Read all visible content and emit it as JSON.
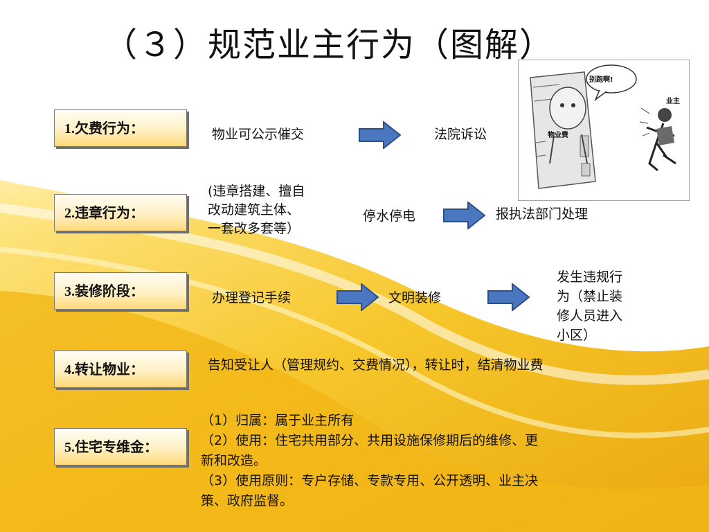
{
  "title": "（３）规范业主行为（图解）",
  "rows": [
    {
      "label": "1.欠费行为："
    },
    {
      "label": "2.违章行为："
    },
    {
      "label": "3.装修阶段："
    },
    {
      "label": "4.转让物业："
    },
    {
      "label": "5.住宅专维金："
    }
  ],
  "row1": {
    "step1": "物业可公示催交",
    "step2": "法院诉讼"
  },
  "row2": {
    "desc_lines": [
      "(违章搭建、擅自",
      "改动建筑主体、",
      "一套改多套等）"
    ],
    "step1": "停水停电",
    "step2": "报执法部门处理"
  },
  "row3": {
    "step1": "办理登记手续",
    "step2": "文明装修",
    "step3_lines": [
      "发生违规行",
      "为（禁止装",
      "修人员进入",
      "小区）"
    ]
  },
  "row4": {
    "text": "告知受让人（管理规约、交费情况），转让时，结清物业费"
  },
  "row5": {
    "lines": [
      "（1）归属：属于业主所有",
      "（2）使用：住宅共用部分、共用设施保修期后的维修、更",
      "新和改造。",
      "（3）使用原则：专户存储、专款专用、公开透明、业主决",
      "策、政府监督。"
    ]
  },
  "cartoon": {
    "speech": "别跑啊!",
    "owner": "业主",
    "fee": "物业费"
  },
  "colors": {
    "arrow": "#4a77c0",
    "arrow_edge": "#2c4f86",
    "box_top": "#fffdf4",
    "box_bottom": "#ffd979",
    "bg_gold": "#f4c21a"
  }
}
